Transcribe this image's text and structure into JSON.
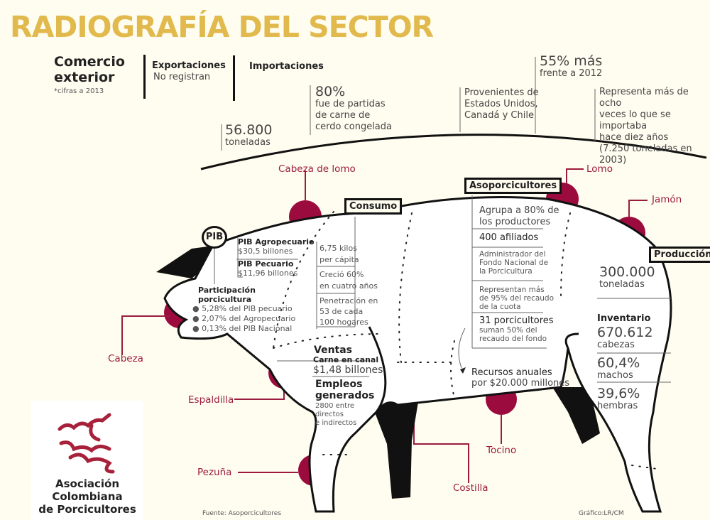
{
  "title": "RADIOGRAFÍA DEL SECTOR",
  "comercio": {
    "title_line1": "Comercio",
    "title_line2": "exterior",
    "note": "*cifras a 2013"
  },
  "exportaciones": {
    "label": "Exportaciones",
    "value": "No registran"
  },
  "importaciones": {
    "label": "Importaciones",
    "items": [
      {
        "l1": "56.800",
        "l2": "toneladas"
      },
      {
        "l1": "80%",
        "l2": "fue de partidas",
        "l3": "de carne de",
        "l4": "cerdo congelada"
      },
      {
        "l1": "Provenientes de",
        "l2": "Estados Unidos,",
        "l3": "Canadá y Chile"
      },
      {
        "l1": "55% más",
        "l2": "frente a 2012"
      },
      {
        "l1": "Representa más de ocho",
        "l2": "veces lo que se importaba",
        "l3": "hace diez años",
        "l4": "(7.250 toneladas en 2003)"
      }
    ]
  },
  "cuts": {
    "cabeza_lomo": "Cabeza de lomo",
    "lomo": "Lomo",
    "jamon": "Jamón",
    "cabeza": "Cabeza",
    "espaldilla": "Espaldilla",
    "pezuna": "Pezuña",
    "costilla": "Costilla",
    "tocino": "Tocino"
  },
  "pib": {
    "badge": "PIB",
    "agro_label": "PIB Agropecuario",
    "agro_value": "$30,5 billones",
    "pecuario_label": "PIB Pecuario",
    "pecuario_value": "$11,96 billones",
    "part_l1": "Participación",
    "part_l2": "porcicultura",
    "bullets": [
      "5,28% del PIB pecuario",
      "2,07% del Agropecuario",
      "0,13% del PIB Nacional"
    ]
  },
  "consumo": {
    "label": "Consumo",
    "items": [
      [
        "6,75 kilos",
        "per cápita"
      ],
      [
        "Creció 60%",
        "en cuatro años"
      ],
      [
        "Penetración en",
        "53 de cada",
        "100 hogares"
      ]
    ]
  },
  "ventas": {
    "label": "Ventas",
    "sub": "Carne en canal",
    "value": "$1,48 billones"
  },
  "empleos": {
    "l1": "Empleos",
    "l2": "generados",
    "d1": "2800 entre",
    "d2": "directos",
    "d3": "e indirectos"
  },
  "asoporcicultores": {
    "label": "Asoporcicultores",
    "agrupa": [
      "Agrupa a 80% de",
      "los productores"
    ],
    "afiliados": "400 afiliados",
    "admin": [
      "Administrador del",
      "Fondo Nacional de",
      "la Porcicultura"
    ],
    "representan": [
      "Representan más",
      "de 95% del recaudo",
      "de la cuota"
    ],
    "porcicultores": "31 porcicultores",
    "suman": [
      "suman 50% del",
      "recaudo del fondo"
    ],
    "recursos": "Recursos anuales",
    "recursos_value": "por $20.000 millones"
  },
  "produccion": {
    "label": "Producción",
    "value": "300.000",
    "unit": "toneladas",
    "inventario": "Inventario",
    "inv_value": "670.612",
    "inv_unit": "cabezas",
    "machos": "60,4%",
    "machos_label": "machos",
    "hembras": "39,6%",
    "hembras_label": "hembras"
  },
  "logo": {
    "l1": "Asociación",
    "l2": "Colombiana",
    "l3": "de Porcicultores"
  },
  "fuente": "Fuente: Asoporcicultores",
  "grafico": "Gráfico:LR/CM",
  "colors": {
    "title": "#e1b94c",
    "accent": "#9b0b3d",
    "background": "#fffdf0"
  }
}
